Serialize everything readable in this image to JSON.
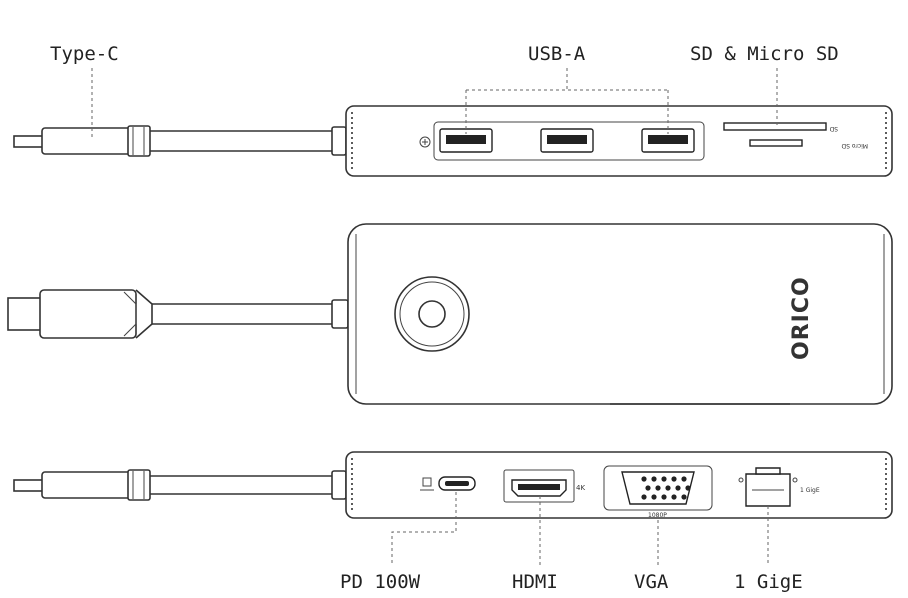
{
  "labels": {
    "type_c": "Type-C",
    "usb_a": "USB-A",
    "sd_micro_sd": "SD & Micro SD",
    "pd_100w": "PD 100W",
    "hdmi": "HDMI",
    "vga": "VGA",
    "gige": "1 GigE"
  },
  "port_marks": {
    "sd": "SD",
    "micro_sd": "Micro SD",
    "hdmi_4k": "4K",
    "vga_1080p": "1080P",
    "lan_1gige": "1 GigE"
  },
  "brand": {
    "name": "ORICO"
  }
}
